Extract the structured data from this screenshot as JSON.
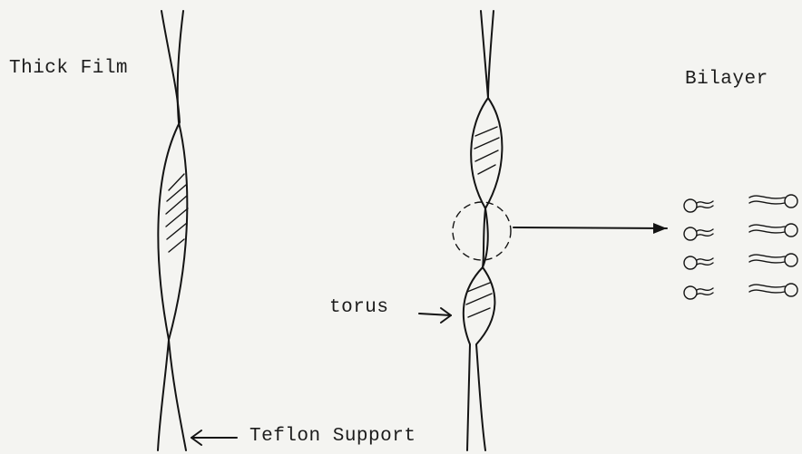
{
  "labels": {
    "thick_film": "Thick Film",
    "bilayer": "Bilayer",
    "torus": "torus",
    "teflon_support": "Teflon Support"
  }
}
